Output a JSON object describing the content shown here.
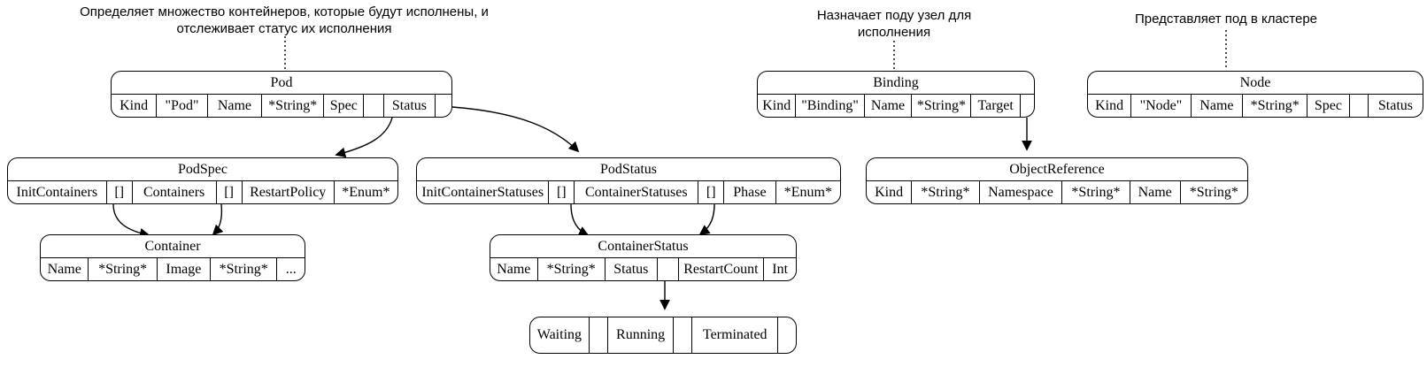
{
  "annotations": {
    "pod_note": {
      "line1": "Определяет множество контейнеров, которые будут исполнены, и",
      "line2": "отслеживает статус их исполнения"
    },
    "binding_note": {
      "line1": "Назначает поду узел для",
      "line2": "исполнения"
    },
    "node_note": {
      "line1": "Представляет под в кластере"
    }
  },
  "nodes": {
    "pod": {
      "title": "Pod",
      "cells": [
        "Kind",
        "\"Pod\"",
        "Name",
        "*String*",
        "Spec",
        "",
        "Status",
        ""
      ]
    },
    "binding": {
      "title": "Binding",
      "cells": [
        "Kind",
        "\"Binding\"",
        "Name",
        "*String*",
        "Target",
        ""
      ]
    },
    "node": {
      "title": "Node",
      "cells": [
        "Kind",
        "\"Node\"",
        "Name",
        "*String*",
        "Spec",
        "",
        "Status"
      ]
    },
    "podspec": {
      "title": "PodSpec",
      "cells": [
        "InitContainers",
        "[]",
        "Containers",
        "[]",
        "RestartPolicy",
        "*Enum*"
      ]
    },
    "podstatus": {
      "title": "PodStatus",
      "cells": [
        "InitContainerStatuses",
        "[]",
        "ContainerStatuses",
        "[]",
        "Phase",
        "*Enum*"
      ]
    },
    "objectreference": {
      "title": "ObjectReference",
      "cells": [
        "Kind",
        "*String*",
        "Namespace",
        "*String*",
        "Name",
        "*String*"
      ]
    },
    "container": {
      "title": "Container",
      "cells": [
        "Name",
        "*String*",
        "Image",
        "*String*",
        "..."
      ]
    },
    "containerstatus": {
      "title": "ContainerStatus",
      "cells": [
        "Name",
        "*String*",
        "Status",
        "",
        "RestartCount",
        "Int"
      ]
    },
    "states": {
      "cells": [
        "Waiting",
        "",
        "Running",
        "",
        "Terminated",
        ""
      ]
    }
  },
  "colors": {
    "line": "#000000",
    "background": "#ffffff"
  }
}
